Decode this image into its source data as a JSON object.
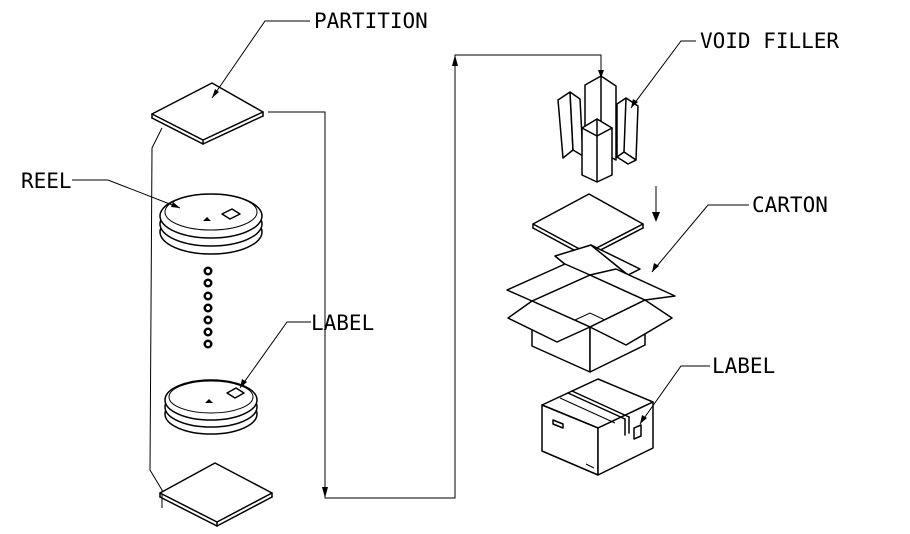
{
  "labels": {
    "partition": "PARTITION",
    "reel": "REEL",
    "label_reel": "LABEL",
    "void_filler": "VOID FILLER",
    "carton": "CARTON",
    "label_carton": "LABEL"
  },
  "colors": {
    "line": "#000000",
    "background": "#ffffff"
  }
}
